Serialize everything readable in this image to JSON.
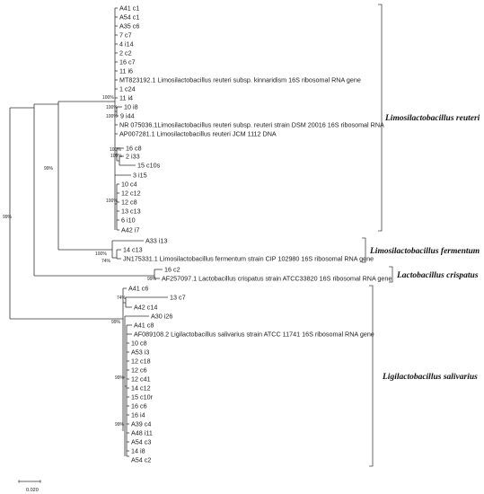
{
  "figure": {
    "leaves": [
      "A41 c1",
      "A54 c1",
      "A35 c6",
      "7 c7",
      "4 i14",
      "2 c2",
      "16 c7",
      "11 i6",
      "MT823192.1 Limosilactobacillus reuteri subsp. kinnaridism 16S ribosomal RNA gene",
      "1 c24",
      "11 i4",
      "10 i8",
      "9 i44",
      "NR 075036.1Limosilactobacillus reuteri subsp. reuteri strain DSM 20016 16S ribosomal RNA",
      "AP007281.1 Limosilactobacillus reuteri JCM 1112 DNA",
      "16 c8",
      "2 i33",
      "15 c10s",
      "3 i15",
      "10 c4",
      "12 c12",
      "12 c8",
      "13 c13",
      "6 i10",
      "A42 i7",
      "A33 i13",
      "14 c13",
      "JN175331.1 Limosilactobacillus fermentum strain CIP 102980 16S ribosomal RNA gene",
      "16 c2",
      "AF257097.1 Lactobacillus crispatus strain ATCC33820 16S ribosomal RNA gene",
      "A41 c6",
      "13 c7",
      "A42 c14",
      "A30 i26",
      "A41 c8",
      "AF089108.2 Ligilactobacillus salivarius strain ATCC 11741 16S ribosomal RNA gene",
      "10 c8",
      "A53 i3",
      "12 c18",
      "12 c6",
      "12 c41",
      "14 c12",
      "15 c10r",
      "16 c6",
      "16 i4",
      "A39 c4",
      "A48 i11",
      "A54 c3",
      "14 i8",
      "A54 c2"
    ],
    "bootstrap": [
      "100%",
      "100%",
      "100%",
      "100%",
      "100%",
      "100%",
      "99%",
      "99%",
      "100%",
      "74%",
      "99%",
      "74%",
      "99%",
      "99%",
      "99%"
    ],
    "clades": [
      "Limosilactobacillus reuteri",
      "Limosilactobacillus fermentum",
      "Lactobacillus crispatus",
      "Ligilactobacillus salivarius"
    ],
    "scale_label": "0.020"
  }
}
